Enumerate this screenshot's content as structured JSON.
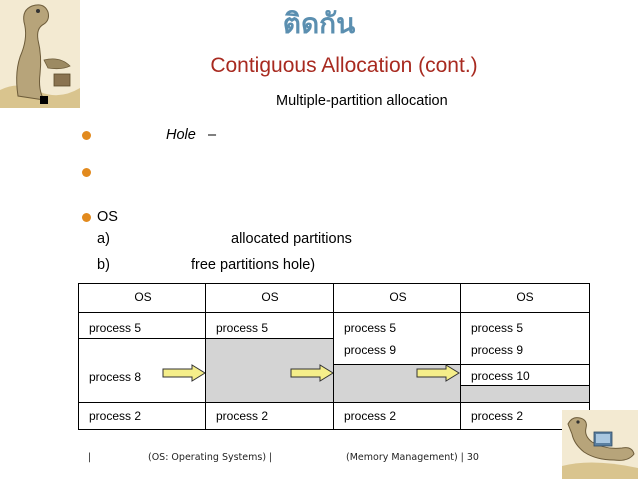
{
  "slide": {
    "title_thai": "ติดกัน",
    "subtitle": "Contiguous Allocation (cont.)",
    "main_bullet": "Multiple-partition allocation",
    "sub_bullets": {
      "hole_term": "Hole",
      "hole_dash": "–",
      "os_label": "OS",
      "item_a_letter": "a)",
      "item_a_text": "allocated partitions",
      "item_b_letter": "b)",
      "item_b_text": "free partitions hole)"
    }
  },
  "diagrams": [
    {
      "os": "OS",
      "p5": "process 5",
      "mid": "process 8",
      "p2": "process 2"
    },
    {
      "os": "OS",
      "p5": "process 5",
      "p2": "process 2"
    },
    {
      "os": "OS",
      "p5": "process 5",
      "p9": "process 9",
      "p2": "process 2"
    },
    {
      "os": "OS",
      "p5": "process 5",
      "p9": "process 9",
      "p10": "process 10",
      "p2": "process 2"
    }
  ],
  "footer": {
    "sep1": "|",
    "course": "(OS: Operating Systems) |",
    "chapter": "(Memory Management) | 30"
  },
  "colors": {
    "title_thai": "#5b8fb0",
    "subtitle": "#a82a20",
    "bullet_dot": "#e28a1e",
    "hole_fill": "#d4d4d4",
    "arrow_fill": "#f5ee8a"
  }
}
